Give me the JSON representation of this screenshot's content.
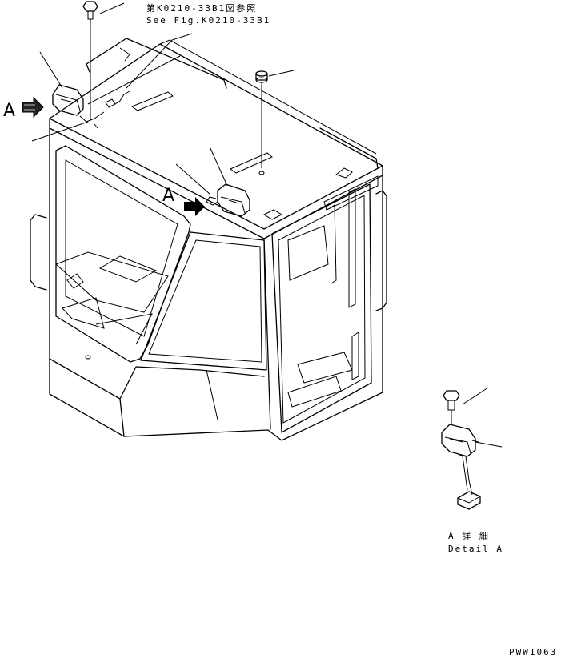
{
  "reference": {
    "line1": "第K0210-33B1図参照",
    "line2": "See Fig.K0210-33B1"
  },
  "view_markers": {
    "left": "A",
    "center": "A"
  },
  "detail": {
    "jp": "A 詳 細",
    "en": "Detail A"
  },
  "drawing_code": "PWW1063"
}
